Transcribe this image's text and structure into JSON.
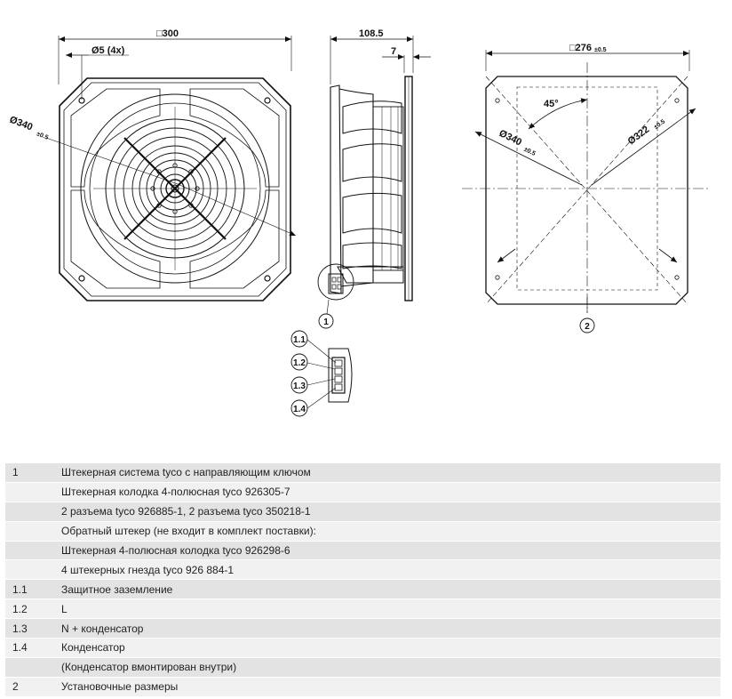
{
  "drawing": {
    "front_view": {
      "width_label": "□300",
      "holes_label": "Ø5 (4x)",
      "diameter_label": "Ø340",
      "diameter_tol": "±0.5"
    },
    "side_view": {
      "depth_label": "108.5",
      "flange_label": "7"
    },
    "mounting_view": {
      "square_label": "□276",
      "square_tol": "±0.5",
      "angle_label": "45°",
      "diameter_a_label": "Ø340",
      "diameter_a_tol": "±0.5",
      "diameter_b_label": "Ø322",
      "diameter_b_tol": "±0.5"
    },
    "callouts": {
      "c1": "1",
      "c2": "2",
      "c11": "1.1",
      "c12": "1.2",
      "c13": "1.3",
      "c14": "1.4"
    }
  },
  "legend": [
    {
      "key": "1",
      "text": "Штекерная система tyco с направляющим ключом"
    },
    {
      "key": "",
      "text": "Штекерная колодка 4-полюсная tyco 926305-7"
    },
    {
      "key": "",
      "text": "2 разъема tyco 926885-1, 2 разъема tyco 350218-1"
    },
    {
      "key": "",
      "text": "Обратный штекер (не входит в комплект поставки):"
    },
    {
      "key": "",
      "text": "Штекерная 4-полюсная колодка tyco 926298-6"
    },
    {
      "key": "",
      "text": "4 штекерных гнезда tyco 926 884-1"
    },
    {
      "key": "1.1",
      "text": "Защитное заземление"
    },
    {
      "key": "1.2",
      "text": "L"
    },
    {
      "key": "1.3",
      "text": "N + конденсатор"
    },
    {
      "key": "1.4",
      "text": "Конденсатор"
    },
    {
      "key": "",
      "text": "(Конденсатор вмонтирован внутри)"
    },
    {
      "key": "2",
      "text": "Установочные размеры"
    }
  ]
}
